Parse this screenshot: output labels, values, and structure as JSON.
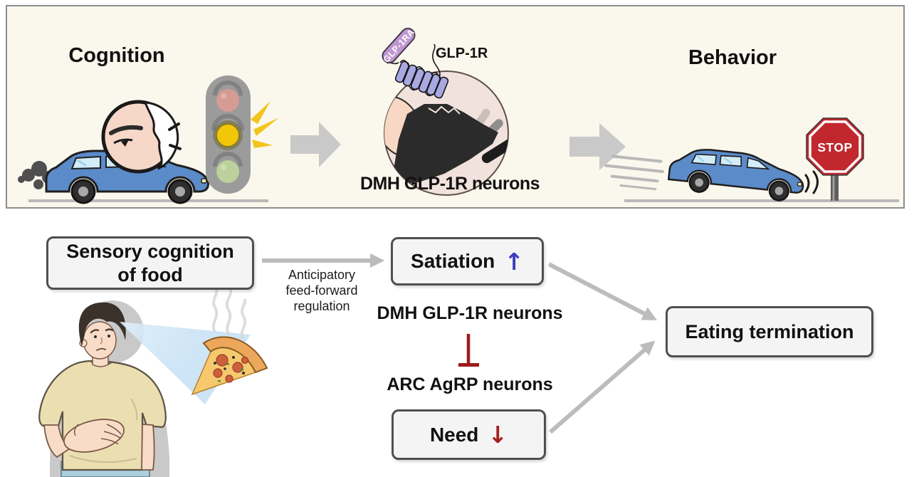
{
  "top_panel": {
    "cognition_label": "Cognition",
    "behavior_label": "Behavior",
    "receptor_label": "GLP-1R",
    "agonist_label": "GLP-1RA",
    "neuron_label": "DMH GLP-1R neurons",
    "stop_sign_label": "STOP"
  },
  "pathway": {
    "sensory_box_label": "Sensory cognition of food",
    "regulation_lines": [
      "Anticipatory",
      "feed-forward",
      "regulation"
    ],
    "satiation_label": "Satiation",
    "satiation_arrow": "↑",
    "dmh_label": "DMH GLP-1R neurons",
    "arc_label": "ARC AgRP neurons",
    "need_label": "Need",
    "need_arrow": "↓",
    "termination_label": "Eating termination"
  },
  "colors": {
    "panel_background": "#faf7ec",
    "flow_arrow_gray": "#bcbcbc",
    "block_arrow_gray": "#c9c9c9",
    "satiation_arrow_blue": "#3a3ac2",
    "need_arrow_red": "#a32020",
    "inhibition_red": "#9e1a1a",
    "stop_sign_red": "#c1272d",
    "agonist_pill_purple": "#bf96d0",
    "receptor_blue": "#a9a9e2",
    "car_blue": "#5b8bc9",
    "traffic_yellow": "#f2c70a"
  }
}
